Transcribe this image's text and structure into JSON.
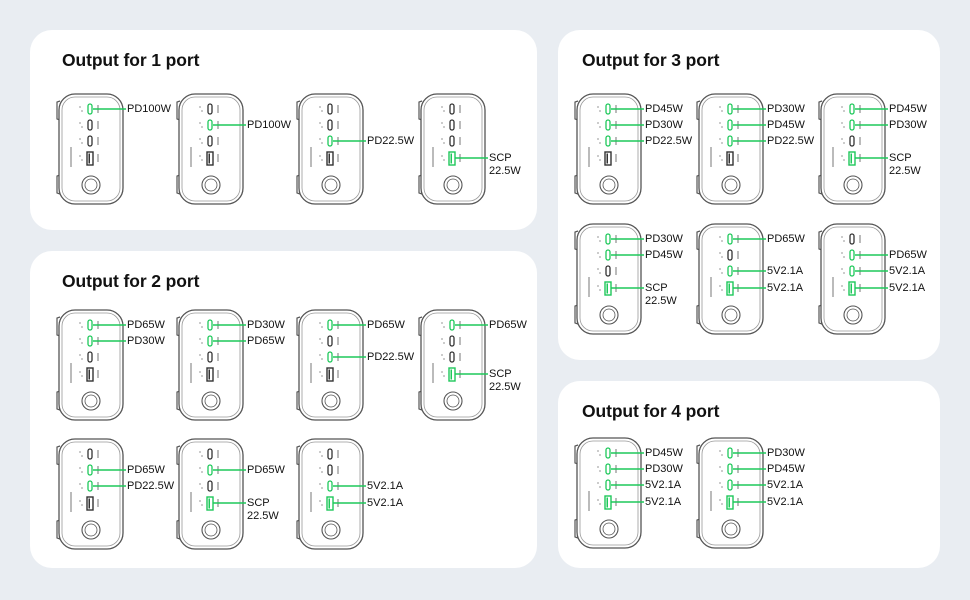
{
  "colors": {
    "background": "#e9edf2",
    "card": "#ffffff",
    "active_port": "#1ec85a",
    "outline": "#555555",
    "text": "#111111"
  },
  "sections": [
    {
      "id": "one-port",
      "title": "Output for 1 port",
      "configs": [
        {
          "active": [
            1
          ],
          "outputs": [
            {
              "port": 1,
              "label": "PD100W"
            }
          ]
        },
        {
          "active": [
            2
          ],
          "outputs": [
            {
              "port": 2,
              "label": "PD100W"
            }
          ]
        },
        {
          "active": [
            3
          ],
          "outputs": [
            {
              "port": 3,
              "label": "PD22.5W"
            }
          ]
        },
        {
          "active": [
            4
          ],
          "outputs": [
            {
              "port": 4,
              "label": "SCP\n22.5W"
            }
          ]
        }
      ]
    },
    {
      "id": "two-port",
      "title": "Output for 2 port",
      "configs": [
        {
          "active": [
            1,
            2
          ],
          "outputs": [
            {
              "port": 1,
              "label": "PD65W"
            },
            {
              "port": 2,
              "label": "PD30W"
            }
          ]
        },
        {
          "active": [
            1,
            2
          ],
          "outputs": [
            {
              "port": 1,
              "label": "PD30W"
            },
            {
              "port": 2,
              "label": "PD65W"
            }
          ]
        },
        {
          "active": [
            1,
            3
          ],
          "outputs": [
            {
              "port": 1,
              "label": "PD65W"
            },
            {
              "port": 3,
              "label": "PD22.5W"
            }
          ]
        },
        {
          "active": [
            1,
            4
          ],
          "outputs": [
            {
              "port": 1,
              "label": "PD65W"
            },
            {
              "port": 4,
              "label": "SCP\n22.5W"
            }
          ]
        },
        {
          "active": [
            2,
            3
          ],
          "outputs": [
            {
              "port": 2,
              "label": "PD65W"
            },
            {
              "port": 3,
              "label": "PD22.5W"
            }
          ]
        },
        {
          "active": [
            2,
            4
          ],
          "outputs": [
            {
              "port": 2,
              "label": "PD65W"
            },
            {
              "port": 4,
              "label": "SCP\n22.5W"
            }
          ]
        },
        {
          "active": [
            3,
            4
          ],
          "outputs": [
            {
              "port": 3,
              "label": "5V2.1A"
            },
            {
              "port": 4,
              "label": "5V2.1A"
            }
          ]
        }
      ]
    },
    {
      "id": "three-port",
      "title": "Output for 3 port",
      "configs": [
        {
          "active": [
            1,
            2,
            3
          ],
          "outputs": [
            {
              "port": 1,
              "label": "PD45W"
            },
            {
              "port": 2,
              "label": "PD30W"
            },
            {
              "port": 3,
              "label": "PD22.5W"
            }
          ]
        },
        {
          "active": [
            1,
            2,
            3
          ],
          "outputs": [
            {
              "port": 1,
              "label": "PD30W"
            },
            {
              "port": 2,
              "label": "PD45W"
            },
            {
              "port": 3,
              "label": "PD22.5W"
            }
          ]
        },
        {
          "active": [
            1,
            2,
            4
          ],
          "outputs": [
            {
              "port": 1,
              "label": "PD45W"
            },
            {
              "port": 2,
              "label": "PD30W"
            },
            {
              "port": 4,
              "label": "SCP\n22.5W"
            }
          ]
        },
        {
          "active": [
            1,
            2,
            4
          ],
          "outputs": [
            {
              "port": 1,
              "label": "PD30W"
            },
            {
              "port": 2,
              "label": "PD45W"
            },
            {
              "port": 4,
              "label": "SCP\n22.5W"
            }
          ]
        },
        {
          "active": [
            1,
            3,
            4
          ],
          "outputs": [
            {
              "port": 1,
              "label": "PD65W"
            },
            {
              "port": 3,
              "label": "5V2.1A"
            },
            {
              "port": 4,
              "label": "5V2.1A"
            }
          ]
        },
        {
          "active": [
            2,
            3,
            4
          ],
          "outputs": [
            {
              "port": 2,
              "label": "PD65W"
            },
            {
              "port": 3,
              "label": "5V2.1A"
            },
            {
              "port": 4,
              "label": "5V2.1A"
            }
          ]
        }
      ]
    },
    {
      "id": "four-port",
      "title": "Output for 4 port",
      "configs": [
        {
          "active": [
            1,
            2,
            3,
            4
          ],
          "outputs": [
            {
              "port": 1,
              "label": "PD45W"
            },
            {
              "port": 2,
              "label": "PD30W"
            },
            {
              "port": 3,
              "label": "5V2.1A"
            },
            {
              "port": 4,
              "label": "5V2.1A"
            }
          ]
        },
        {
          "active": [
            1,
            2,
            3,
            4
          ],
          "outputs": [
            {
              "port": 1,
              "label": "PD30W"
            },
            {
              "port": 2,
              "label": "PD45W"
            },
            {
              "port": 3,
              "label": "5V2.1A"
            },
            {
              "port": 4,
              "label": "5V2.1A"
            }
          ]
        }
      ]
    }
  ]
}
